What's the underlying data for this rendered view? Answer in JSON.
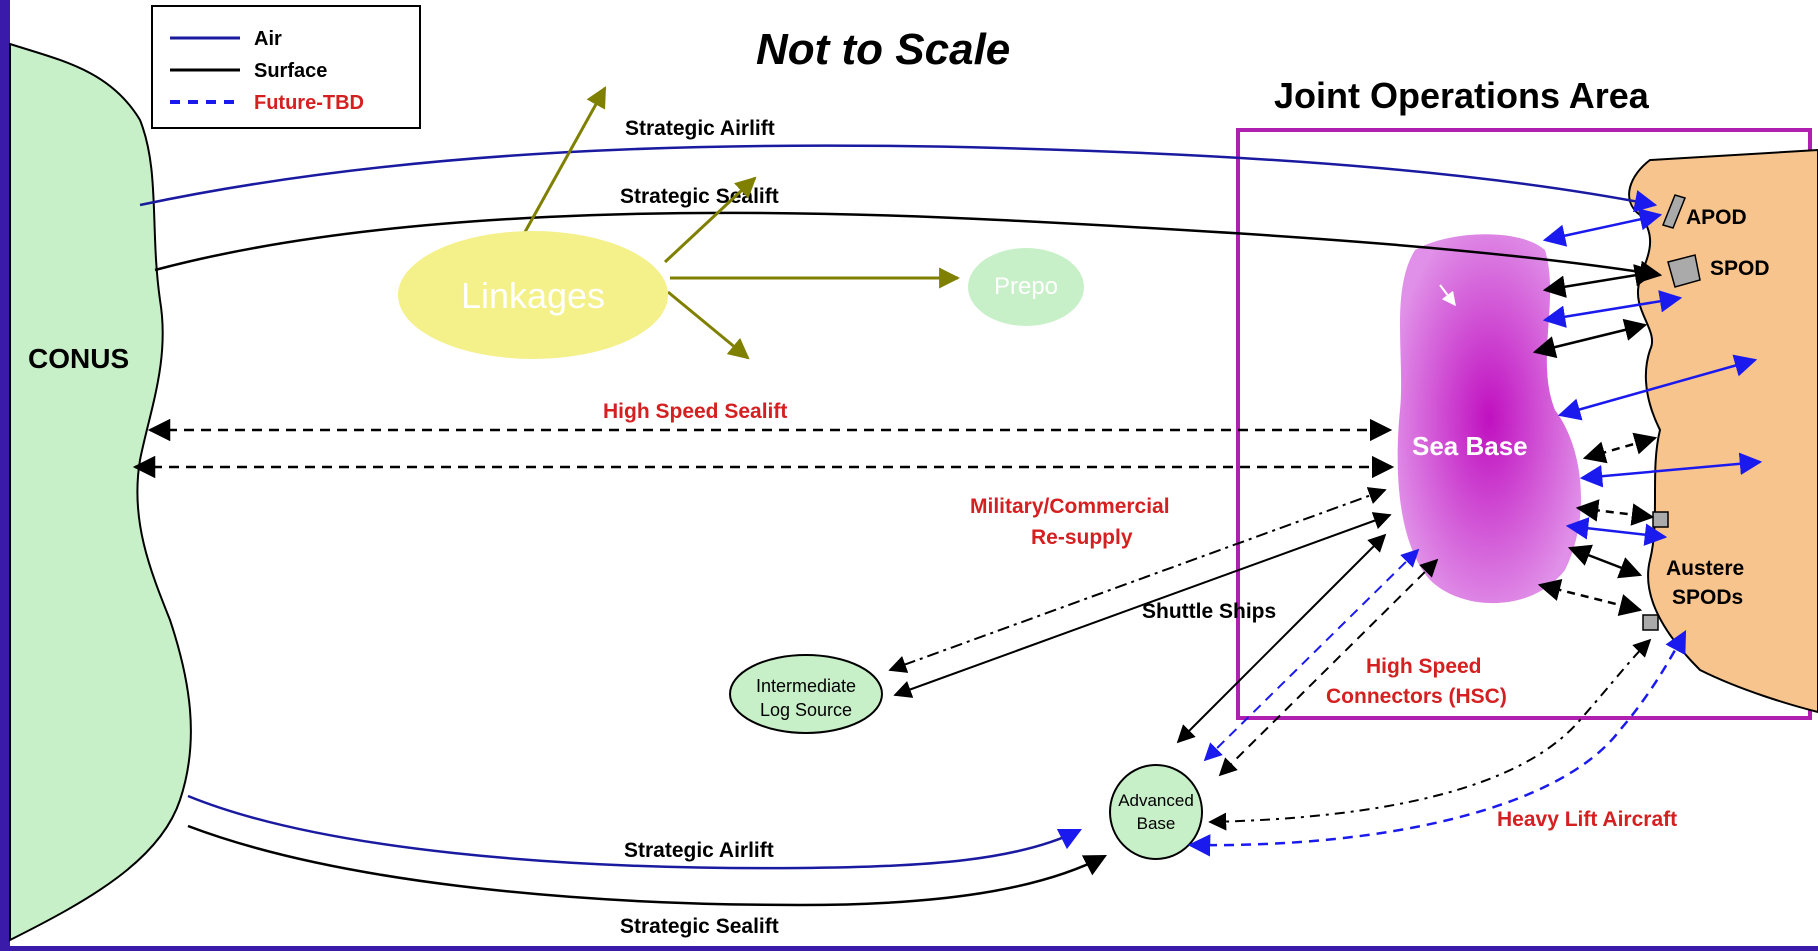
{
  "title": "Not to Scale",
  "area_title": "Joint Operations Area",
  "legend": {
    "air": "Air",
    "surface": "Surface",
    "future": "Future-TBD"
  },
  "colors": {
    "frame": "#3a1aa8",
    "canvas": "#ffffff",
    "air_line": "#1a1aa0",
    "future_line": "#1a1aee",
    "label_red": "#d42020",
    "conus_fill": "#c8f0c8",
    "jopa_land": "#f8c48e",
    "jopa_border": "#b020b0",
    "sea_base": "#d060d8",
    "linkages": "#f4f08a",
    "olive_arrow": "#808000",
    "prepo": "#c8f0c8"
  },
  "regions": {
    "conus": "CONUS",
    "sea_base": "Sea Base",
    "austere_line1": "Austere",
    "austere_line2": "SPODs",
    "apod": "APOD",
    "spod": "SPOD"
  },
  "nodes": {
    "linkages": "Linkages",
    "prepo": "Prepo",
    "ils_line1": "Intermediate",
    "ils_line2": "Log Source",
    "adv_line1": "Advanced",
    "adv_line2": "Base"
  },
  "routes": {
    "strategic_airlift_top": "Strategic Airlift",
    "strategic_sealift_top": "Strategic Sealift",
    "high_speed_sealift": "High Speed Sealift",
    "mil_comm_line1": "Military/Commercial",
    "mil_comm_line2": "Re-supply",
    "shuttle_ships": "Shuttle Ships",
    "hsc_line1": "High Speed",
    "hsc_line2": "Connectors (HSC)",
    "heavy_lift": "Heavy Lift Aircraft",
    "strategic_airlift_bottom": "Strategic Airlift",
    "strategic_sealift_bottom": "Strategic Sealift"
  }
}
